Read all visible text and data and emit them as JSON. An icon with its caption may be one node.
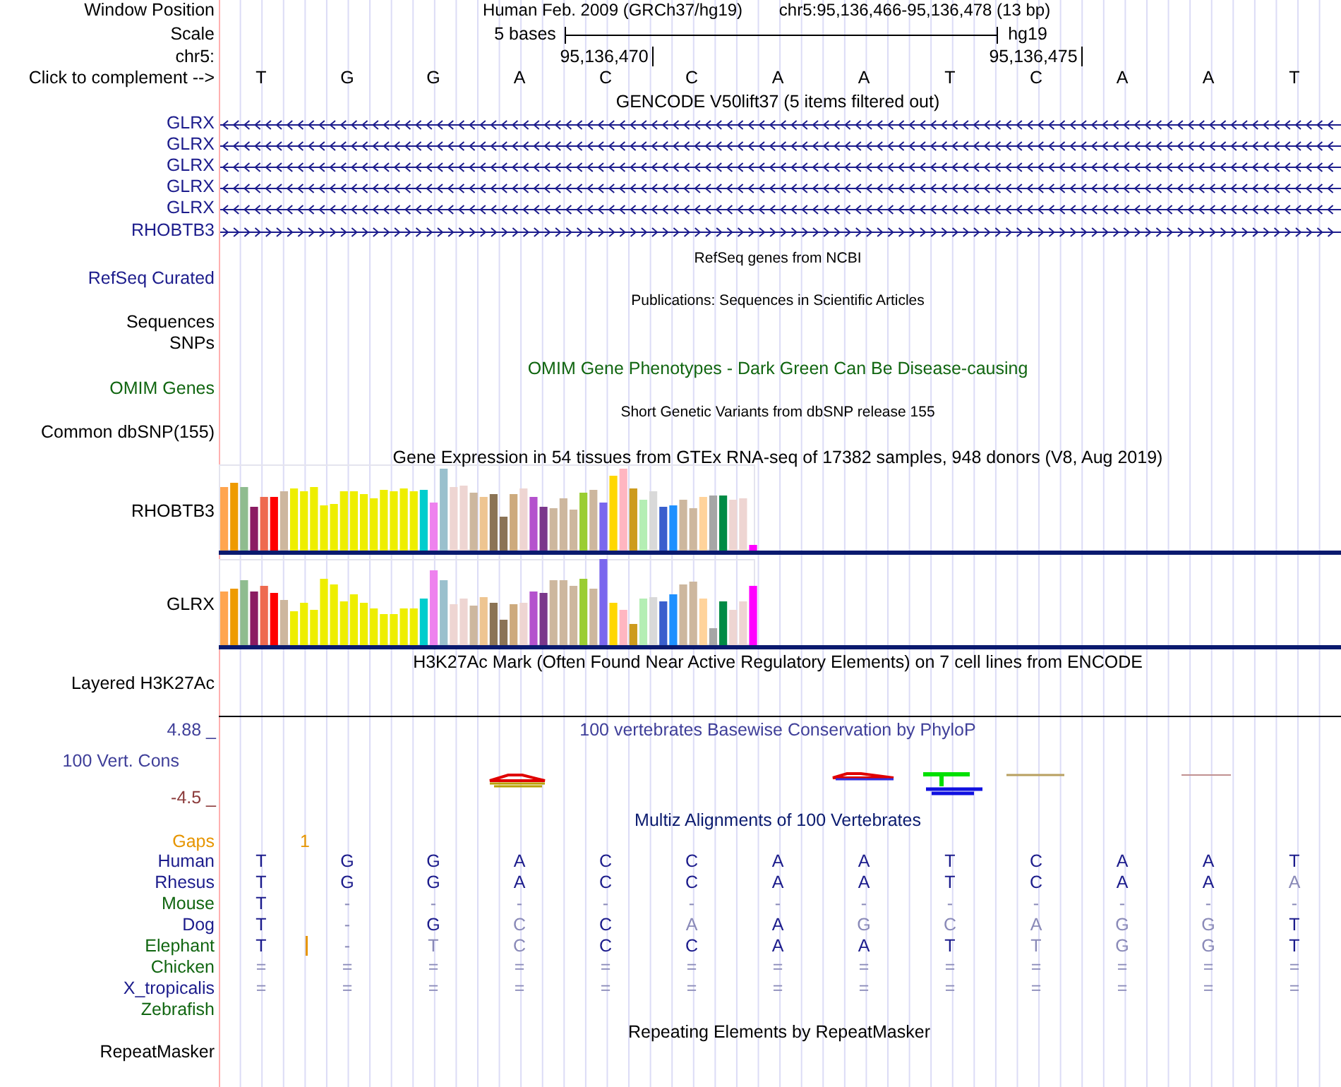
{
  "diagram": {
    "labels": [
      "Window Position",
      "Human Feb. 2009 (GRCh37/hg19)",
      "chr5:95,136,466-95,136,478 (13 bp)",
      "Scale",
      "5 bases",
      "hg19",
      "chr5:",
      "95,136,470",
      "95,136,475",
      "Click to complement -->",
      "T",
      "G",
      "G",
      "A",
      "C",
      "C",
      "A",
      "A",
      "T",
      "C",
      "A",
      "A",
      "T",
      "GENCODE V50lift37 (5 items filtered out)",
      "GLRX",
      "GLRX",
      "GLRX",
      "GLRX",
      "GLRX",
      "RHOBTB3",
      "RefSeq genes from NCBI",
      "RefSeq Curated",
      "Publications: Sequences in Scientific Articles",
      "Sequences",
      "SNPs",
      "OMIM Gene Phenotypes - Dark Green Can Be Disease-causing",
      "OMIM Genes",
      "Short Genetic Variants from dbSNP release 155",
      "Common dbSNP(155)",
      "Gene Expression in 54 tissues from GTEx RNA-seq of 17382 samples, 948 donors (V8, Aug 2019)",
      "RHOBTB3",
      "GLRX",
      "H3K27Ac Mark (Often Found Near Active Regulatory Elements) on 7 cell lines from ENCODE",
      "Layered H3K27Ac",
      "4.88 _",
      "100 vertebrates Basewise Conservation by PhyloP",
      "100 Vert. Cons",
      "-4.5 _",
      "Multiz Alignments of 100 Vertebrates",
      "Gaps",
      "1",
      "Human",
      "T",
      "G",
      "G",
      "A",
      "C",
      "C",
      "A",
      "A",
      "T",
      "C",
      "A",
      "A",
      "T",
      "Rhesus",
      "T",
      "G",
      "G",
      "A",
      "C",
      "C",
      "A",
      "A",
      "T",
      "C",
      "A",
      "A",
      "A",
      "Mouse",
      "T",
      "-",
      "-",
      "-",
      "-",
      "-",
      "-",
      "-",
      "-",
      "-",
      "-",
      "-",
      "-",
      "Dog",
      "T",
      "-",
      "G",
      "C",
      "C",
      "A",
      "A",
      "G",
      "C",
      "A",
      "G",
      "G",
      "T",
      "Elephant",
      "T",
      "-",
      "T",
      "C",
      "C",
      "C",
      "A",
      "A",
      "T",
      "T",
      "G",
      "G",
      "T",
      "Chicken",
      "=",
      "=",
      "=",
      "=",
      "=",
      "=",
      "=",
      "=",
      "=",
      "=",
      "=",
      "=",
      "=",
      "X_tropicalis",
      "=",
      "=",
      "=",
      "=",
      "=",
      "=",
      "=",
      "=",
      "=",
      "=",
      "=",
      "=",
      "=",
      "Zebrafish",
      "Repeating Elements by RepeatMasker",
      "RepeatMasker"
    ]
  }
}
